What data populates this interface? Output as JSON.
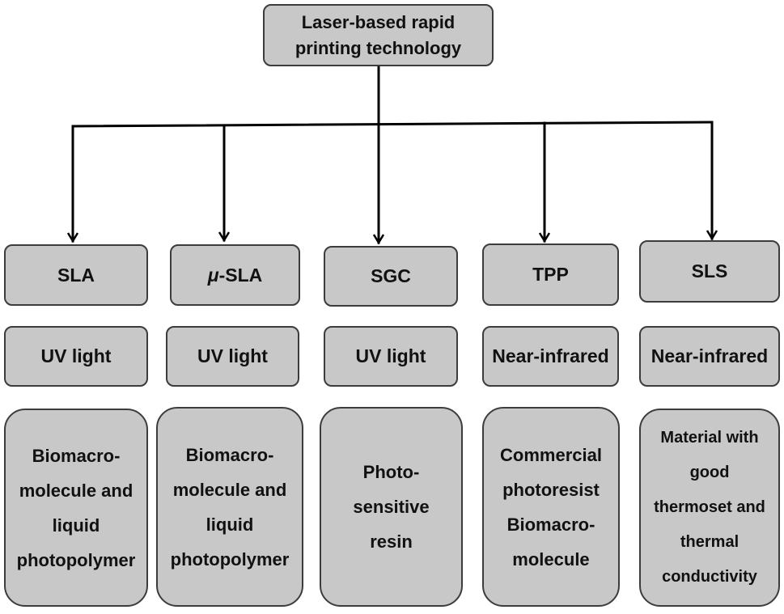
{
  "colors": {
    "box_fill": "#c8c8c8",
    "box_stroke": "#3c3c3c",
    "line": "#000000",
    "text": "#111111"
  },
  "root": {
    "label": "Laser-based rapid\nprinting technology"
  },
  "columns": [
    {
      "method": "SLA",
      "light": "UV light",
      "material": "Biomacro-\nmolecule and\nliquid\nphotopolymer"
    },
    {
      "method_italic": "μ",
      "method": "-SLA",
      "light": "UV light",
      "material": "Biomacro-\nmolecule and\nliquid\nphotopolymer"
    },
    {
      "method": "SGC",
      "light": "UV light",
      "material": "Photo-\nsensitive\nresin"
    },
    {
      "method": "TPP",
      "light": "Near-infrared",
      "material": "Commercial\nphotoresist\nBiomacro-\nmolecule"
    },
    {
      "method": "SLS",
      "light": "Near-infrared",
      "material": "Material with\ngood\nthermoset and\nthermal\nconductivity"
    }
  ]
}
